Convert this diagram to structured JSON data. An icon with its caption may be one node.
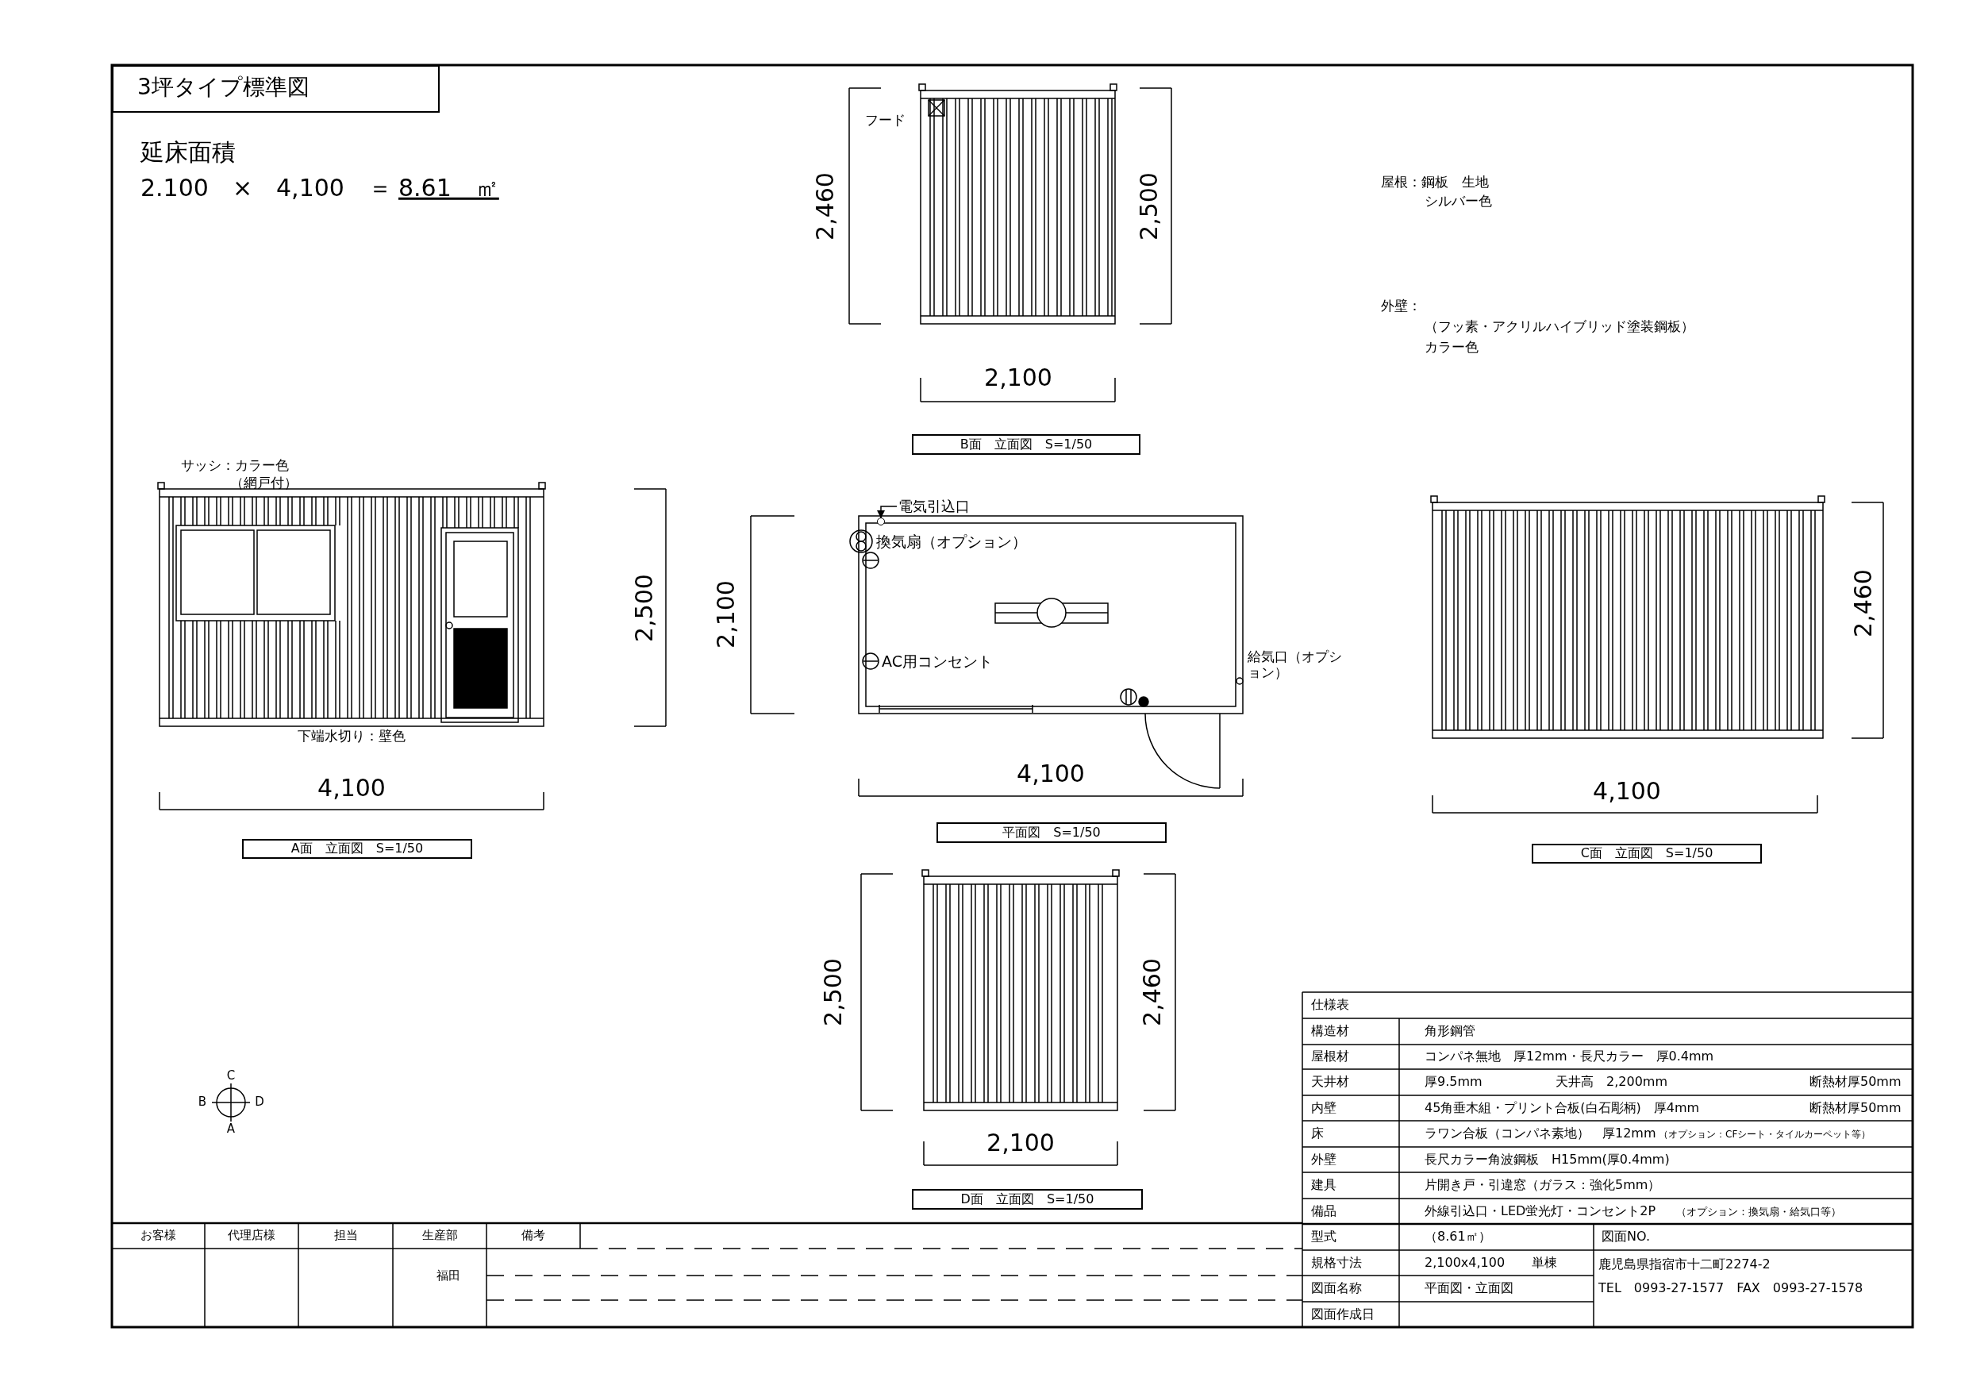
{
  "diagram": {
    "title": "3坪タイプ標準図",
    "nodes": [
      {
        "text": [
          "B面　立面図　S=1/50"
        ]
      },
      {
        "text": [
          "A面　立面図　S=1/50"
        ]
      },
      {
        "text": [
          "平面図　S=1/50"
        ]
      },
      {
        "text": [
          "C面　立面図　S=1/50"
        ]
      },
      {
        "text": [
          "D面　立面図　S=1/50"
        ]
      },
      {
        "text": [
          "電気引込口"
        ]
      },
      {
        "text": [],
        "shape": "circle"
      }
    ],
    "edges": [
      {
        "from": 5,
        "to": 6,
        "arrow": "to"
      }
    ],
    "labels": [
      "延床面積",
      "2.100　×　4,100　＝",
      "8.61　㎡",
      "フード",
      "2,460",
      "2,500",
      "2,100",
      "屋根：鋼板　生地",
      "シルバー色",
      "外壁：",
      "（フッ素・アクリルハイブリッド塗装鋼板）",
      "カラー色",
      "サッシ：カラー色",
      "（網戸付）",
      "2,500",
      "2,100",
      "換気扇（オプション）",
      "AC用コンセント",
      "給気口（オプション）",
      "2,460",
      "下端水切り：壁色",
      "4,100",
      "4,100",
      "4,100",
      "2,500",
      "2,460",
      "C",
      "B",
      "D",
      "A",
      "2,100",
      "仕様表",
      "構造材",
      "角形鋼管",
      "屋根材",
      "コンパネ無地　厚12mm・長尺カラー　厚0.4mm",
      "天井材",
      "厚9.5mm",
      "天井高　2,200mm",
      "断熱材厚50mm",
      "内壁",
      "45角垂木組・プリント合板(白石彫柄)　厚4mm",
      "断熱材厚50mm",
      "床",
      "ラワン合板（コンパネ素地）　厚12mm",
      "（オプション：CFシート・タイルカーペット等）",
      "外壁",
      "長尺カラー角波鋼板　H15mm(厚0.4mm)",
      "建具",
      "片開き戸・引違窓（ガラス：強化5mm）",
      "備品",
      "外線引込口・LED蛍光灯・コンセント2P",
      "（オプション：換気扇・給気口等）",
      "型式",
      "（8.61㎡）",
      "図面NO.",
      "規格寸法",
      "2,100x4,100",
      "単棟",
      "鹿児島県指宿市十二町2274-2",
      "図面名称",
      "平面図・立面図",
      "TEL　0993-27-1577　FAX　0993-27-1578",
      "図面作成日",
      "お客様",
      "代理店様",
      "担当",
      "生産部",
      "備考",
      "福田"
    ]
  }
}
